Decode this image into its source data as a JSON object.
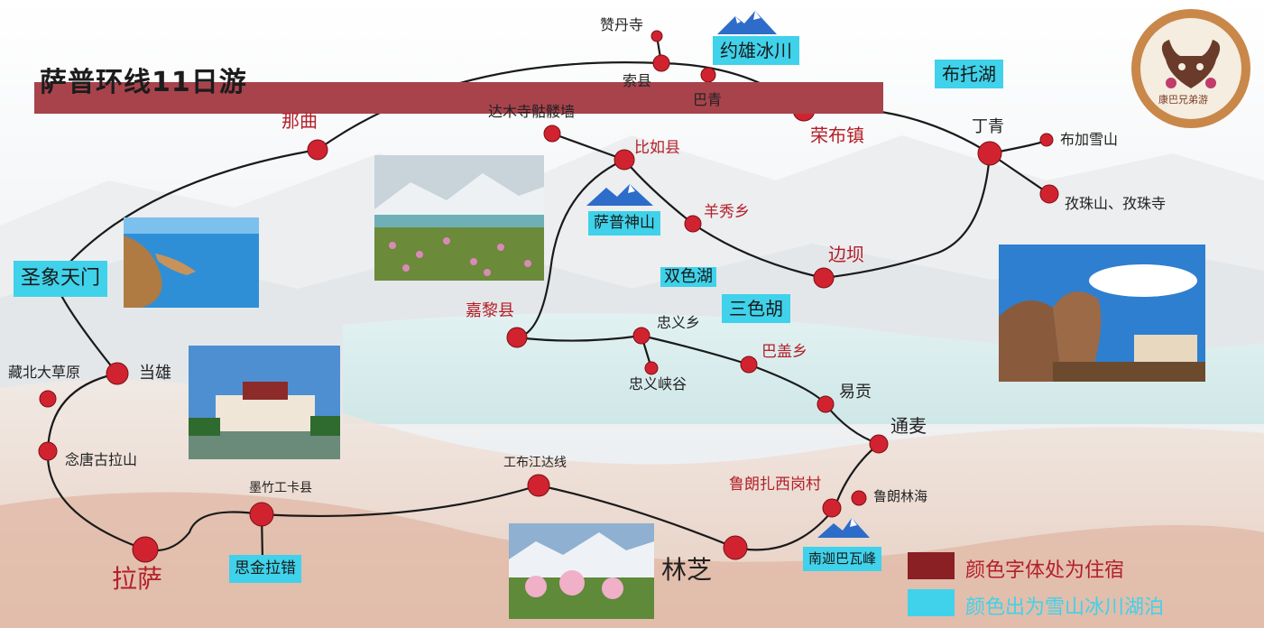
{
  "title": "萨普环线11日游",
  "logo": {
    "name": "康巴兄弟游"
  },
  "colors": {
    "stay": "#b3202a",
    "node": "#d1232f",
    "highlight": "#3fd2ea",
    "legend_stay_swatch": "#8a1f24",
    "route": "#1a1a1a"
  },
  "legend": {
    "stay_text": "颜色字体处为住宿",
    "highlight_text": "颜色出为雪山冰川湖泊"
  },
  "stays": {
    "naqu": "那曲",
    "rongbu": "荣布镇",
    "biru": "比如县",
    "yangxiu": "羊秀乡",
    "bianba": "边坝",
    "jiali": "嘉黎县",
    "bagai": "巴盖乡",
    "lhasa": "拉萨",
    "nyingchi": "林芝",
    "lulang": "鲁朗扎西岗村"
  },
  "places": {
    "zandan": "赞丹寺",
    "suo": "索县",
    "baqing": "巴青",
    "dingqing": "丁青",
    "bujia": "布加雪山",
    "zizhu": "孜珠山、孜珠寺",
    "damu": "达木寺骷髅墙",
    "zhongyi": "忠义乡",
    "zhongyi_gorge": "忠义峡谷",
    "yigong": "易贡",
    "tongmai": "通麦",
    "lulang_forest": "鲁朗林海",
    "gongbujiangda": "工布江达线",
    "mozhu": "墨竹工卡县",
    "nyenchen": "念唐古拉山",
    "dangxiong": "当雄",
    "zangbei": "藏北大草原"
  },
  "highlights": {
    "yuexiong": "约雄冰川",
    "butuo": "布托湖",
    "sapu": "萨普神山",
    "shuangse": "双色湖",
    "sanse": "三色胡",
    "shengxiang": "圣象天门",
    "sijin": "思金拉错",
    "namcha": "南迦巴瓦峰"
  },
  "icons": [
    "mountain-icon",
    "logo-yak-icon"
  ]
}
